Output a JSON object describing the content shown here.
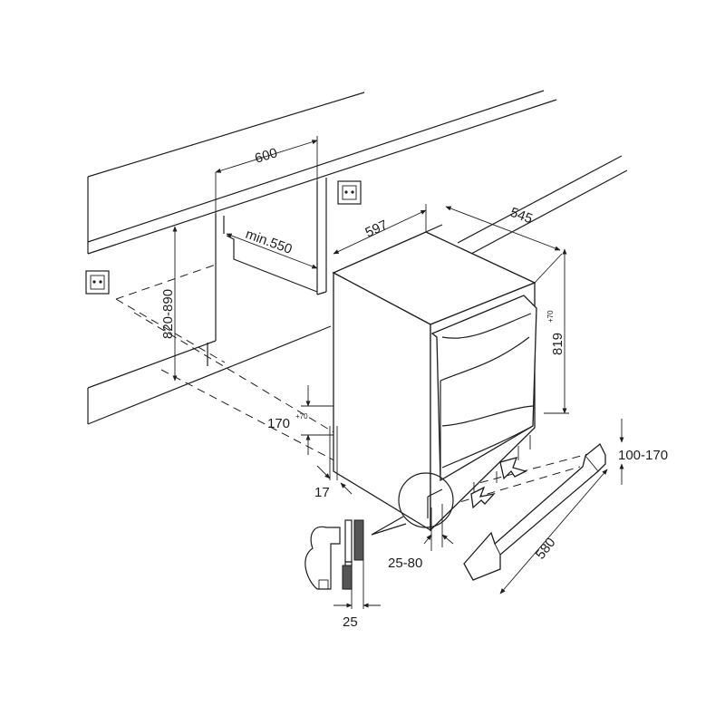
{
  "labels": {
    "width_600": "600",
    "min_550": "min.550",
    "width_597": "597",
    "depth_545": "545",
    "height_819": "819",
    "height_819_sup": "+70",
    "height_820_890": "820-890",
    "dim_170": "170",
    "dim_170_sup": "+70",
    "dim_17": "17",
    "plinth_100_170": "100-170",
    "plinth_580": "580",
    "door_25_80": "25-80",
    "detail_25": "25"
  },
  "colors": {
    "line": "#1e1e1e",
    "panel_fill": "#555555",
    "background": "#ffffff"
  }
}
